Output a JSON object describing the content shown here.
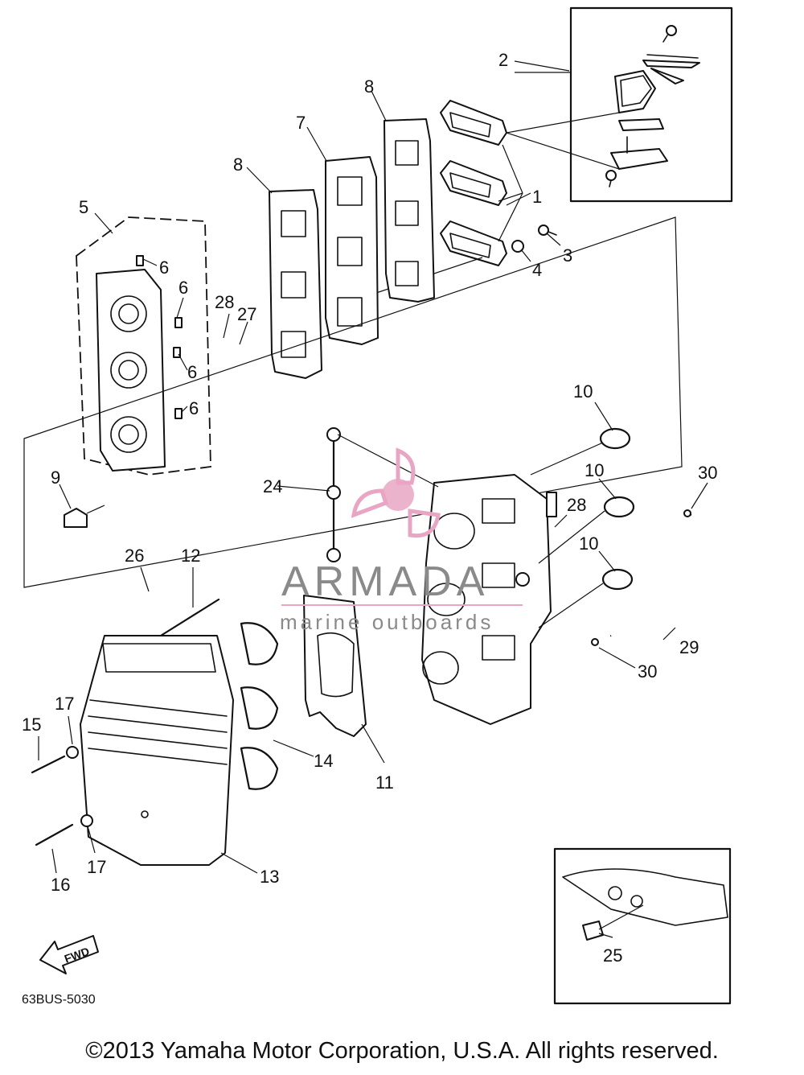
{
  "diagram": {
    "callouts": [
      "1",
      "2",
      "3",
      "4",
      "5",
      "6",
      "6",
      "6",
      "6",
      "7",
      "8",
      "8",
      "9",
      "10",
      "10",
      "10",
      "11",
      "12",
      "13",
      "14",
      "15",
      "16",
      "17",
      "17",
      "24",
      "25",
      "26",
      "27",
      "28",
      "28",
      "29",
      "30",
      "30"
    ],
    "drawing_code": "63BUS-5030",
    "fwd_label": "FWD"
  },
  "watermark": {
    "brand": "ARMADA",
    "subtitle": "marine outboards",
    "color": "#e9a6c4"
  },
  "footer": {
    "copyright": "©2013 Yamaha Motor Corporation, U.S.A. All rights reserved."
  }
}
